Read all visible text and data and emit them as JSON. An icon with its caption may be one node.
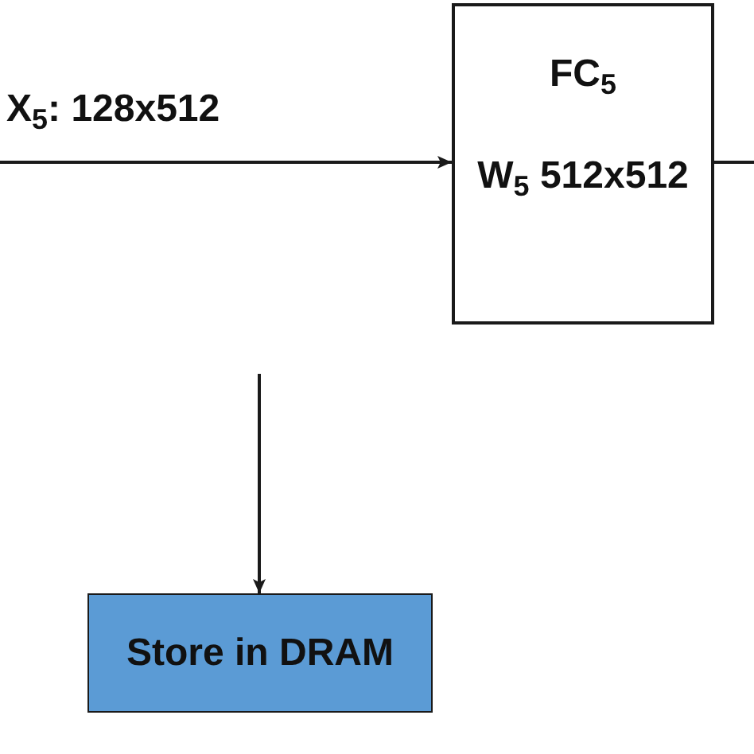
{
  "diagram": {
    "nodes": [
      {
        "text": [
          "FC$_{5}$",
          "W$_{5}$ 512x512"
        ]
      },
      {
        "text": [
          "Store in DRAM"
        ]
      }
    ],
    "edges": [
      {
        "from": null,
        "to": 0,
        "arrow": "to",
        "label": "X$_{5}$: 128x512"
      },
      {
        "from": 0,
        "to": null,
        "arrow": "none"
      },
      {
        "from": null,
        "to": 1,
        "arrow": "to"
      }
    ]
  }
}
